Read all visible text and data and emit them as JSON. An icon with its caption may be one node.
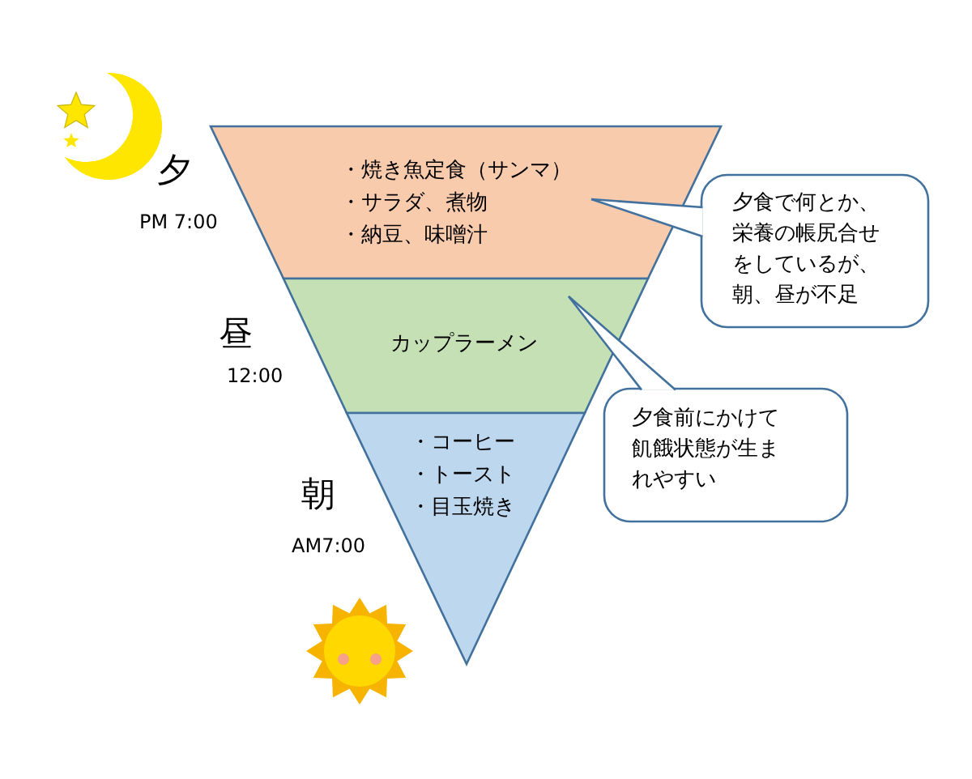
{
  "diagram": {
    "nodes": [
      {
        "text": [
          "・焼き魚定食（サンマ）",
          "・サラダ、煮物",
          "・納豆、味噌汁"
        ],
        "beside": [
          "夕",
          "PM 7:00"
        ]
      },
      {
        "text": [
          "カップラーメン"
        ],
        "beside": [
          "昼",
          "12:00"
        ]
      },
      {
        "text": [
          "・コーヒー",
          "・トースト",
          "・目玉焼き"
        ],
        "beside": [
          "朝",
          "AM7:00"
        ]
      },
      {
        "text": [
          "夕食で何とか、栄養の帳尻合せをしているが、朝、昼が不足"
        ]
      },
      {
        "text": [
          "夕食前にかけて飢餓状態が生まれやすい"
        ]
      }
    ],
    "edges": [
      {
        "from": 3,
        "to": 0,
        "arrow": "none"
      },
      {
        "from": 4,
        "to": 1,
        "arrow": "none"
      }
    ]
  }
}
